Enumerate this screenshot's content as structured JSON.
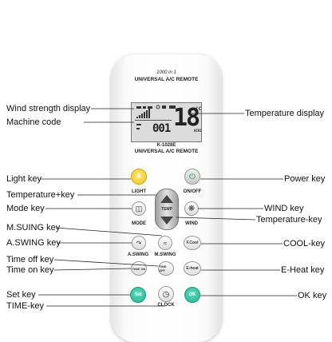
{
  "remote": {
    "model_top_line1": "1000 in 1",
    "model_top_line2": "UNIVERSAL A/C REMOTE",
    "model_mid_line1": "K-1028E",
    "model_mid_line2": "UNIVERSAL A/C REMOTE",
    "lcd_temp": "18",
    "lcd_unit": "°C",
    "lcd_code": "001",
    "lcd_air": "AIR1",
    "buttons": {
      "light": "LIGHT",
      "onoff": "ON/OFF",
      "mode": "MODE",
      "wind": "WIND",
      "aswing": "A.SWING",
      "mswing": "M.SWING",
      "fcool": "F.Cool",
      "timeon": "TIME ON",
      "timeoff": "TIME OFF",
      "eheat": "E-heat",
      "set": "Set",
      "ok": "OK",
      "clock": "CLOCK"
    }
  },
  "callouts": {
    "left": {
      "wind_strength_display": "Wind strength display",
      "machine_code": "Machine code",
      "light_key": "Light key",
      "temperature_plus_key": "Temperature+key",
      "mode_key": "Mode key",
      "msuing_key": "M.SUING key",
      "aswing_key": "A.SWING key",
      "time_off_key": "Time off key",
      "time_on_key": "Time on key",
      "set_key": "Set key",
      "time_key": "TIME-key"
    },
    "right": {
      "temperature_display": "Temperature display",
      "power_key": "Power key",
      "wind_key": "WIND key",
      "temperature_minus_key": "Temperature-key",
      "cool_key": "COOL-key",
      "eheat_key": "E-Heat key",
      "ok_key": "OK key"
    }
  },
  "colors": {
    "light_button": "#f5d43a",
    "set_button": "#34c3a3",
    "ok_button": "#34c3a3",
    "remote_body": "#ffffff"
  }
}
